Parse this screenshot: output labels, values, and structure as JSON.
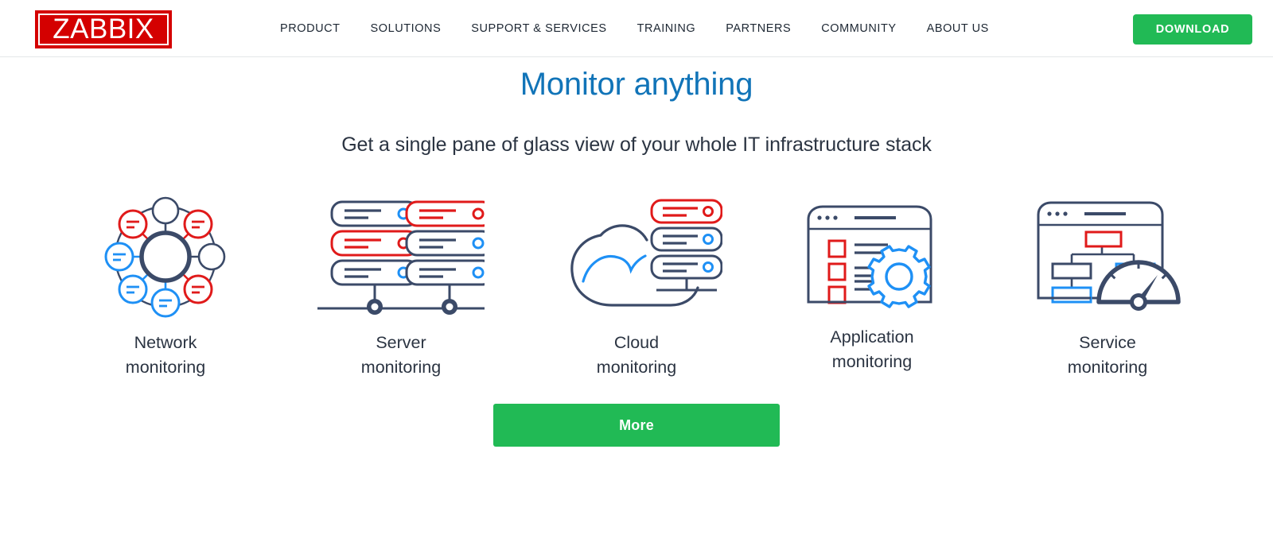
{
  "header": {
    "logo_text": "ZABBIX",
    "nav_items": [
      {
        "label": "PRODUCT"
      },
      {
        "label": "SOLUTIONS"
      },
      {
        "label": "SUPPORT & SERVICES"
      },
      {
        "label": "TRAINING"
      },
      {
        "label": "PARTNERS"
      },
      {
        "label": "COMMUNITY"
      },
      {
        "label": "ABOUT US"
      }
    ],
    "download_label": "DOWNLOAD"
  },
  "hero": {
    "title": "Monitor anything",
    "subtitle": "Get a single pane of glass view of your whole IT infrastructure stack"
  },
  "cards": [
    {
      "label": "Network\nmonitoring",
      "icon": "network-topology-icon"
    },
    {
      "label": "Server\nmonitoring",
      "icon": "server-rack-icon"
    },
    {
      "label": "Cloud\nmonitoring",
      "icon": "cloud-server-icon"
    },
    {
      "label": "Application\nmonitoring",
      "icon": "application-window-gear-icon"
    },
    {
      "label": "Service\nmonitoring",
      "icon": "service-tree-gauge-icon"
    }
  ],
  "cta": {
    "more_label": "More"
  },
  "colors": {
    "brand_red": "#d40000",
    "brand_green": "#21ba55",
    "title_blue": "#1174b8",
    "icon_navy": "#3b4a68",
    "icon_red": "#e01a1a",
    "icon_blue": "#1e90f5",
    "text_dark": "#2b3442",
    "header_border": "#e3e6e8"
  }
}
